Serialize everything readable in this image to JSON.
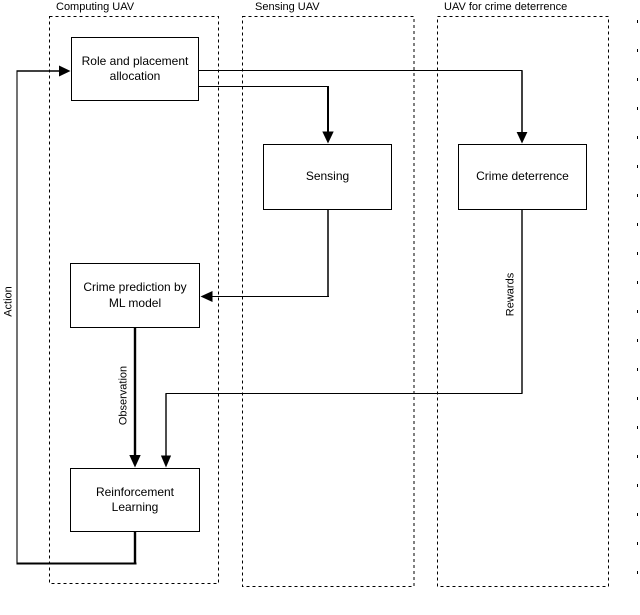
{
  "diagram": {
    "colors": {
      "line": "#000000",
      "background": "#ffffff",
      "node_fill": "#ffffff"
    },
    "containers": [
      {
        "label": "Computing UAV"
      },
      {
        "label": "Sensing UAV"
      },
      {
        "label": "UAV for crime deterrence"
      }
    ],
    "nodes": [
      {
        "id": "role-allocation",
        "lines": [
          "Role and placement",
          "allocation"
        ]
      },
      {
        "id": "sensing",
        "lines": [
          "Sensing"
        ]
      },
      {
        "id": "crime-deterrence",
        "lines": [
          "Crime deterrence"
        ]
      },
      {
        "id": "crime-prediction",
        "lines": [
          "Crime prediction by",
          "ML model"
        ]
      },
      {
        "id": "reinforcement-learning",
        "lines": [
          "Reinforcement",
          "Learning"
        ]
      }
    ],
    "edge_labels": [
      {
        "label": "Action"
      },
      {
        "label": "Observation"
      },
      {
        "label": "Rewards"
      }
    ],
    "edges": [
      {
        "from": "role-allocation",
        "to": "crime-deterrence",
        "label": ""
      },
      {
        "from": "role-allocation",
        "to": "sensing",
        "label": ""
      },
      {
        "from": "sensing",
        "to": "crime-prediction",
        "label": ""
      },
      {
        "from": "crime-prediction",
        "to": "reinforcement-learning",
        "label": "Observation"
      },
      {
        "from": "crime-deterrence",
        "to": "reinforcement-learning",
        "label": "Rewards"
      },
      {
        "from": "reinforcement-learning",
        "to": "role-allocation",
        "label": "Action"
      }
    ]
  }
}
